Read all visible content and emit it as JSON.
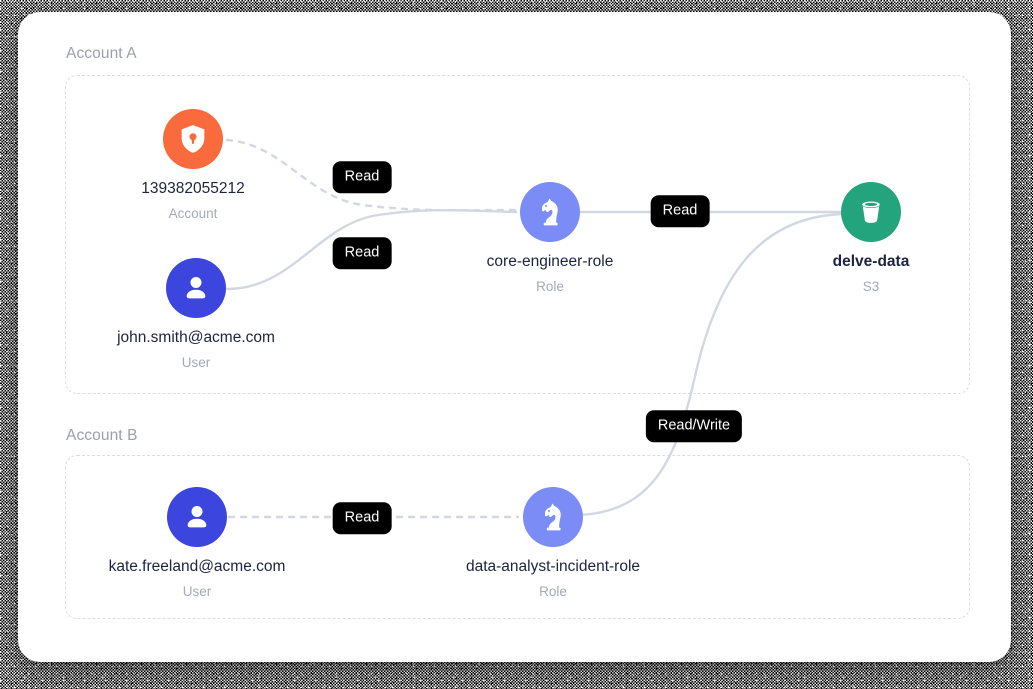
{
  "card": {
    "background": "#ffffff",
    "backdrop": "#2e2e2e"
  },
  "groups": [
    {
      "id": "account-a",
      "label": "Account A"
    },
    {
      "id": "account-b",
      "label": "Account B"
    }
  ],
  "colors": {
    "account": "#f96a3c",
    "user": "#3d45df",
    "role": "#7b8cf7",
    "bucket": "#23a47c",
    "edge": "#d3d7e2",
    "pill_bg": "#000000",
    "pill_text": "#ffffff",
    "title_text": "#1d2340",
    "subtitle_text": "#a3a9b8",
    "group_label_text": "#9aa0ae",
    "dashed_border": "#d9dde8"
  },
  "nodes": [
    {
      "id": "account-139382055212",
      "icon": "shield-lock-icon",
      "title": "139382055212",
      "subtitle": "Account",
      "bold": false,
      "group": "account-a"
    },
    {
      "id": "user-john-smith",
      "icon": "user-icon",
      "title": "john.smith@acme.com",
      "subtitle": "User",
      "bold": false,
      "group": "account-a"
    },
    {
      "id": "role-core-engineer",
      "icon": "chess-knight-icon",
      "title": "core-engineer-role",
      "subtitle": "Role",
      "bold": false,
      "group": "account-a"
    },
    {
      "id": "bucket-delve-data",
      "icon": "bucket-icon",
      "title": "delve-data",
      "subtitle": "S3",
      "bold": true,
      "group": "account-a"
    },
    {
      "id": "user-kate-freeland",
      "icon": "user-icon",
      "title": "kate.freeland@acme.com",
      "subtitle": "User",
      "bold": false,
      "group": "account-b"
    },
    {
      "id": "role-data-analyst-incident",
      "icon": "chess-knight-icon",
      "title": "data-analyst-incident-role",
      "subtitle": "Role",
      "bold": false,
      "group": "account-b"
    }
  ],
  "edges": [
    {
      "id": "account-to-core-role",
      "from": "account-139382055212",
      "to": "role-core-engineer",
      "label": "Read",
      "style": "dashed"
    },
    {
      "id": "john-to-core-role",
      "from": "user-john-smith",
      "to": "role-core-engineer",
      "label": "Read",
      "style": "solid"
    },
    {
      "id": "core-role-to-bucket",
      "from": "role-core-engineer",
      "to": "bucket-delve-data",
      "label": "Read",
      "style": "solid"
    },
    {
      "id": "kate-to-analyst-role",
      "from": "user-kate-freeland",
      "to": "role-data-analyst-incident",
      "label": "Read",
      "style": "dashed"
    },
    {
      "id": "analyst-role-to-bucket",
      "from": "role-data-analyst-incident",
      "to": "bucket-delve-data",
      "label": "Read/Write",
      "style": "solid"
    }
  ]
}
